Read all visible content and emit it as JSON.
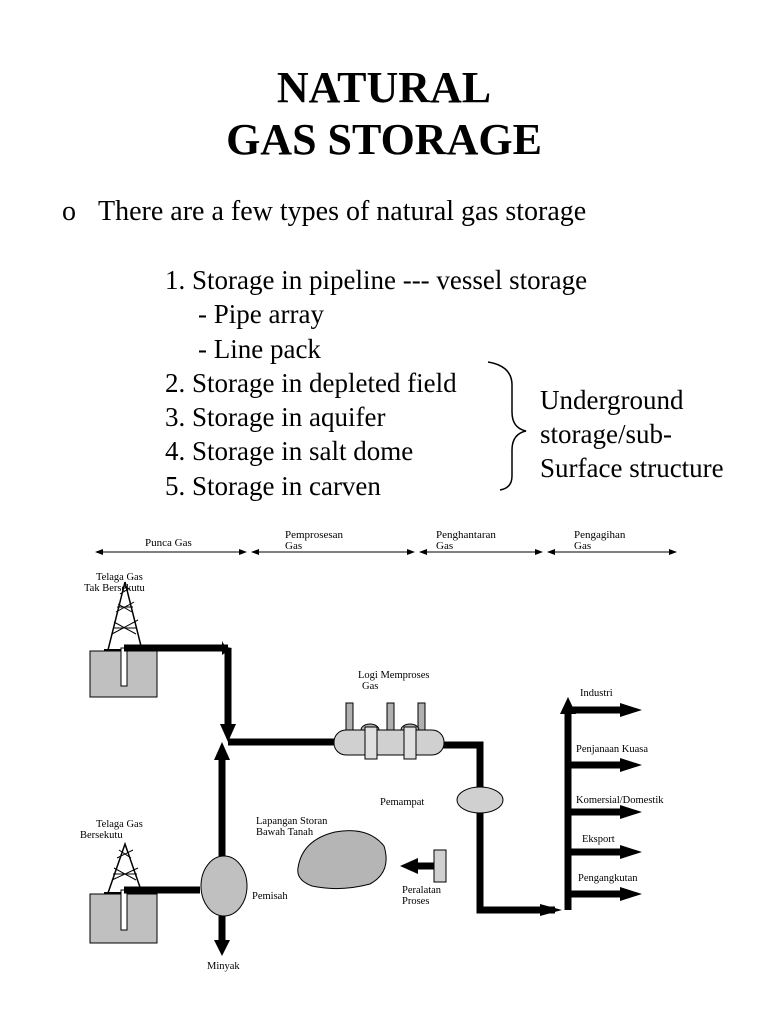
{
  "title": {
    "line1": "NATURAL",
    "line2": "GAS STORAGE"
  },
  "intro": {
    "marker": "o",
    "text": "There are a few types of natural gas storage"
  },
  "list": [
    "1. Storage in pipeline --- vessel storage",
    "- Pipe array",
    "- Line pack",
    "2. Storage in depleted field",
    "3. Storage in aquifer",
    "4. Storage in salt dome",
    "5. Storage in carven"
  ],
  "bracket_note": [
    "Underground",
    "storage/sub-",
    "Surface structure"
  ],
  "diagram": {
    "stages": {
      "punca": "Punca Gas",
      "pemprosesan_1": "Pemprosesan",
      "pemprosesan_2": "Gas",
      "penghantaran_1": "Penghantaran",
      "penghantaran_2": "Gas",
      "pengagihan_1": "Pengagihan",
      "pengagihan_2": "Gas"
    },
    "labels": {
      "well1_1": "Telaga Gas",
      "well1_2": "Tak Bersekutu",
      "well2_1": "Telaga Gas",
      "well2_2": "Bersekutu",
      "plant_1": "Logi Memproses",
      "plant_2": "Gas",
      "compressor": "Pemampat",
      "storage_1": "Lapangan Storan",
      "storage_2": "Bawah Tanah",
      "separator": "Pemisah",
      "oil": "Minyak",
      "equipment_1": "Peralatan",
      "equipment_2": "Proses",
      "out_industry": "Industri",
      "out_power": "Penjanaan Kuasa",
      "out_commercial": "Komersial/Domestik",
      "out_export": "Eksport",
      "out_transport": "Pengangkutan"
    }
  }
}
